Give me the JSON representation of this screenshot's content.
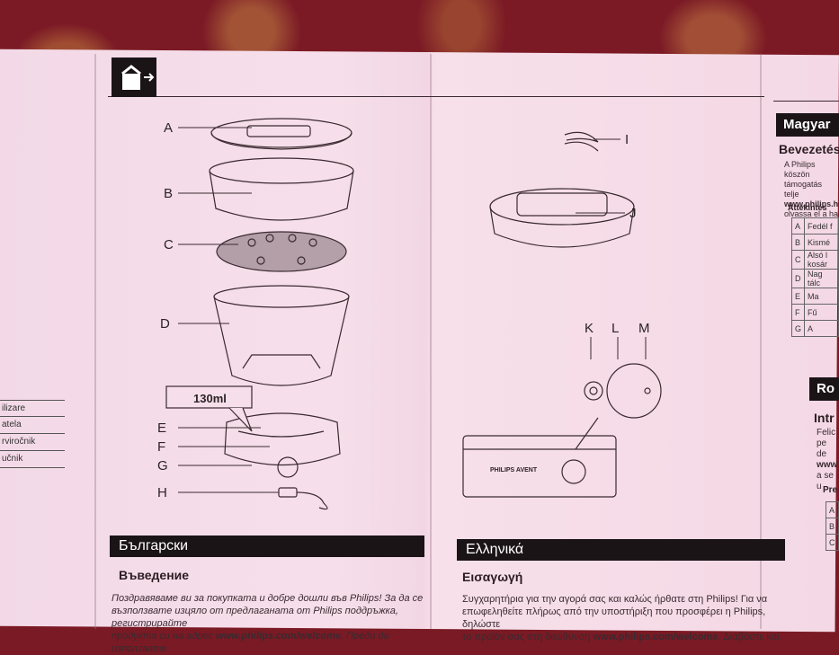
{
  "left_rows": [
    "ilizare",
    "atela",
    "rviročnik",
    "učnik"
  ],
  "labels": {
    "A": "A",
    "B": "B",
    "C": "C",
    "D": "D",
    "E": "E",
    "F": "F",
    "G": "G",
    "H": "H",
    "I": "I",
    "J": "J",
    "K": "K",
    "L": "L",
    "M": "M"
  },
  "cup_label": "130ml",
  "brand": "PHILIPS AVENT",
  "bg": {
    "banner": "Български",
    "heading": "Въведение",
    "text1": "Поздравяваме ви за покупката и добре дошли във Philips! За да се",
    "text2": "възползвате изцяло от предлаганата от Philips поддръжка, регистрирайте",
    "text3a": "продукта си на адрес ",
    "text3b": "www.philips.com/welcome",
    "text3c": ". Преди да използвате"
  },
  "gr": {
    "banner": "Ελληνικά",
    "heading": "Εισαγωγή",
    "text1": "Συγχαρητήρια για την αγορά σας και καλώς ήρθατε στη Philips! Για να",
    "text2": "επωφεληθείτε πλήρως από την υποστήριξη που προσφέρει η Philips, δηλώστε",
    "text3a": "το προϊόν σας στη διεύθυνση ",
    "text3b": "www.philips.com/welcome",
    "text3c": ". Διαβάστε και"
  },
  "hu": {
    "banner": "Magyar",
    "heading": "Bevezetés",
    "text1": "A Philips köszön",
    "text2": "támogatás telje",
    "text3": "www.philips.h",
    "text4": "olvassa el a ha",
    "overview": "Áttekintés",
    "rows": [
      [
        "A",
        "Fedél f"
      ],
      [
        "B",
        "Kismé"
      ],
      [
        "C",
        "Alsó l kosár"
      ],
      [
        "D",
        "Nag tálc"
      ],
      [
        "E",
        "Ma"
      ],
      [
        "F",
        "Fű"
      ],
      [
        "G",
        "A"
      ]
    ]
  },
  "ro": {
    "banner": "Ro",
    "heading": "Intr",
    "text1": "Felic",
    "text2": "pe de",
    "text3": "www",
    "text4": "a se u",
    "pre": "Pre",
    "rows": [
      "A",
      "B",
      "C"
    ]
  }
}
